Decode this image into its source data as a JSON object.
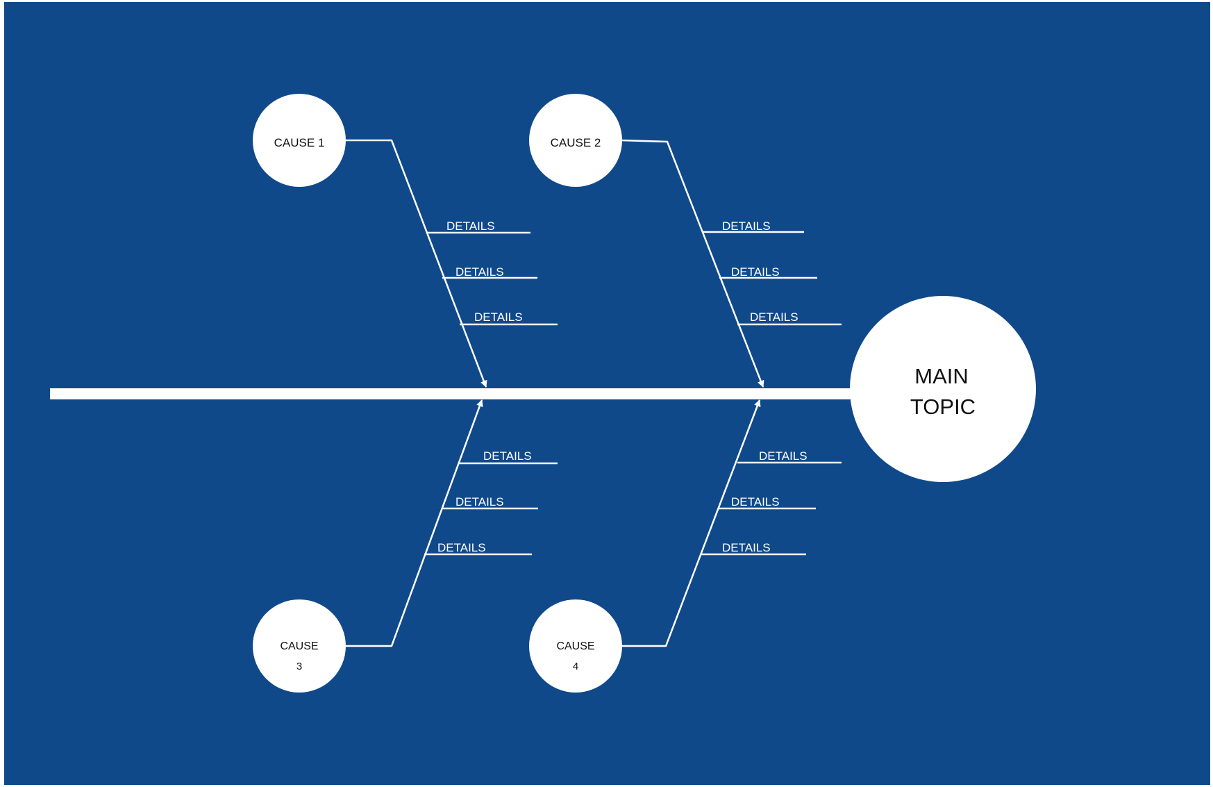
{
  "colors": {
    "background": "#10498A",
    "foreground": "#FFFFFF",
    "node_text": "#111111"
  },
  "main_topic": {
    "line1": "MAIN",
    "line2": "TOPIC"
  },
  "causes": [
    {
      "line1": "CAUSE 1",
      "line2": "",
      "details": [
        "DETAILS",
        "DETAILS",
        "DETAILS"
      ]
    },
    {
      "line1": "CAUSE 2",
      "line2": "",
      "details": [
        "DETAILS",
        "DETAILS",
        "DETAILS"
      ]
    },
    {
      "line1": "CAUSE",
      "line2": "3",
      "details": [
        "DETAILS",
        "DETAILS",
        "DETAILS"
      ]
    },
    {
      "line1": "CAUSE",
      "line2": "4",
      "details": [
        "DETAILS",
        "DETAILS",
        "DETAILS"
      ]
    }
  ]
}
